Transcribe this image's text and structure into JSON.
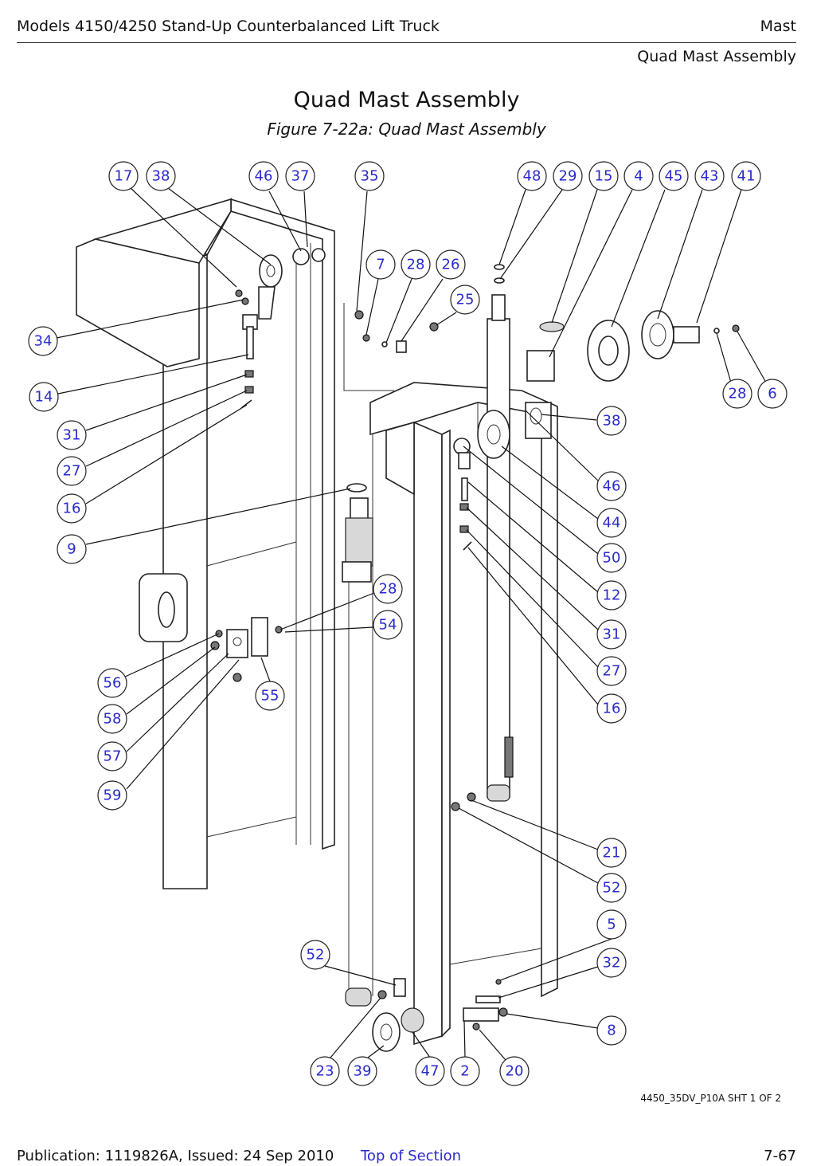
{
  "header": {
    "doc_title": "Models 4150/4250 Stand-Up Counterbalanced Lift Truck",
    "chapter": "Mast",
    "section": "Quad Mast Assembly"
  },
  "page": {
    "title": "Quad Mast Assembly",
    "figure_caption": "Figure 7-22a:  Quad Mast Assembly",
    "drawing_id": "4450_35DV_P10A SHT 1 OF 2"
  },
  "callouts": {
    "c17": "17",
    "c38a": "38",
    "c46a": "46",
    "c37": "37",
    "c35": "35",
    "c48": "48",
    "c29": "29",
    "c15": "15",
    "c4": "4",
    "c45": "45",
    "c43": "43",
    "c41": "41",
    "c7": "7",
    "c28a": "28",
    "c26": "26",
    "c25": "25",
    "c28b": "28",
    "c6": "6",
    "c34": "34",
    "c14": "14",
    "c31a": "31",
    "c27a": "27",
    "c16a": "16",
    "c9": "9",
    "c38b": "38",
    "c46b": "46",
    "c44": "44",
    "c50": "50",
    "c12": "12",
    "c31b": "31",
    "c27b": "27",
    "c16b": "16",
    "c28c": "28",
    "c54": "54",
    "c56": "56",
    "c55": "55",
    "c58": "58",
    "c57": "57",
    "c59": "59",
    "c21": "21",
    "c52a": "52",
    "c5": "5",
    "c32": "32",
    "c8": "8",
    "c52b": "52",
    "c23": "23",
    "c39": "39",
    "c47": "47",
    "c2": "2",
    "c20": "20"
  },
  "footer": {
    "publication": "Publication: 1119826A, Issued: 24 Sep 2010",
    "top_link": "Top of Section",
    "page_number": "7-67"
  }
}
